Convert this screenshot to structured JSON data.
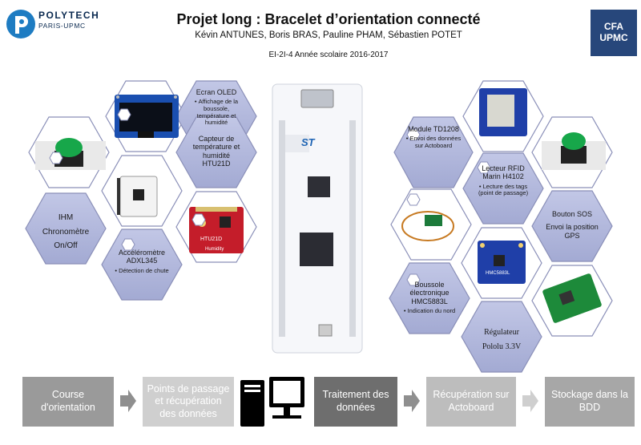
{
  "header": {
    "title": "Projet long : Bracelet d’orientation connecté",
    "authors": "Kévin ANTUNES, Boris BRAS, Pauline PHAM, Sébastien POTET",
    "year": "EI-2I-4 Année scolaire 2016-2017"
  },
  "logo_left": {
    "name": "POLYTECH",
    "sub": "PARIS-UPMC"
  },
  "logo_right": {
    "line1": "CFA",
    "line2": "UPMC"
  },
  "left_hexes": {
    "ecran": {
      "title": "Ecran OLED",
      "bullet": "Affichage de la boussole, température et humidité"
    },
    "capteur": {
      "title": "Capteur de température et humidité HTU21D"
    },
    "ihm": {
      "l1": "IHM",
      "l2": "Chronomètre",
      "l3": "On/Off"
    },
    "accel": {
      "title": "Accéléromètre ADXL345",
      "bullet": "Détection de chute"
    }
  },
  "right_hexes": {
    "module": {
      "title": "Module TD1208",
      "bullet": "Envoi des données sur Actoboard"
    },
    "rfid": {
      "title": "Lecteur RFID Marin H4102",
      "bullet": "Lecture des tags (point de passage)"
    },
    "sos": {
      "title": "Bouton SOS",
      "body": "Envoi la position GPS"
    },
    "boussole": {
      "title": "Boussole électronique HMC5883L",
      "bullet": "Indication du nord"
    },
    "regulateur": {
      "title": "Régulateur Pololu 3.3V"
    }
  },
  "board": {
    "st_label": "ST"
  },
  "component_labels": {
    "htu": "HTU21D",
    "humidity": "Humidity",
    "hmc": "HMC5883L"
  },
  "flow": {
    "steps": [
      {
        "label": "Course d'orientation",
        "bg": "#9a9a9a",
        "fg": "#ffffff"
      },
      {
        "label": "Points de passage et récupération des données",
        "bg": "#cfcfcf",
        "fg": "#ffffff"
      },
      {
        "label": "Traitement des données",
        "bg": "#6e6e6e",
        "fg": "#ffffff"
      },
      {
        "label": "Récupération sur Actoboard",
        "bg": "#bdbdbd",
        "fg": "#ffffff"
      },
      {
        "label": "Stockage dans la BDD",
        "bg": "#a7a7a7",
        "fg": "#ffffff"
      }
    ]
  },
  "colors": {
    "hex_fill": "#aeb4d9",
    "hex_stroke": "#5a63a8",
    "pcb_blue": "#1d3fa3",
    "pcb_red": "#c41d2a"
  }
}
